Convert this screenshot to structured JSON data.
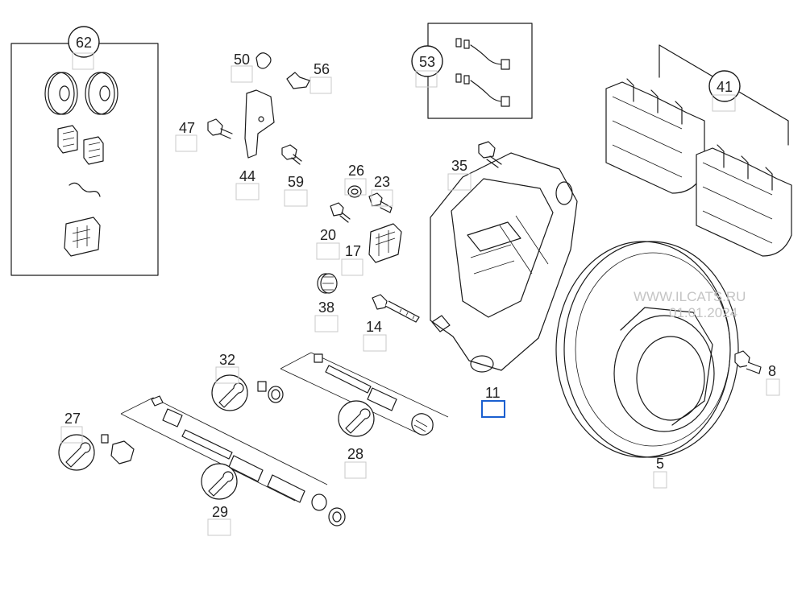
{
  "parts": {
    "p62": "62",
    "p50": "50",
    "p56": "56",
    "p53": "53",
    "p41": "41",
    "p47": "47",
    "p44": "44",
    "p59": "59",
    "p35": "35",
    "p26": "26",
    "p23": "23",
    "p20": "20",
    "p17": "17",
    "p38": "38",
    "p14": "14",
    "p32": "32",
    "p27": "27",
    "p28": "28",
    "p29": "29",
    "p11": "11",
    "p8": "8",
    "p5": "5"
  },
  "watermark": {
    "line1": "WWW.ILCATS.RU",
    "line2": "01.01.2024"
  },
  "selected_part": "11"
}
